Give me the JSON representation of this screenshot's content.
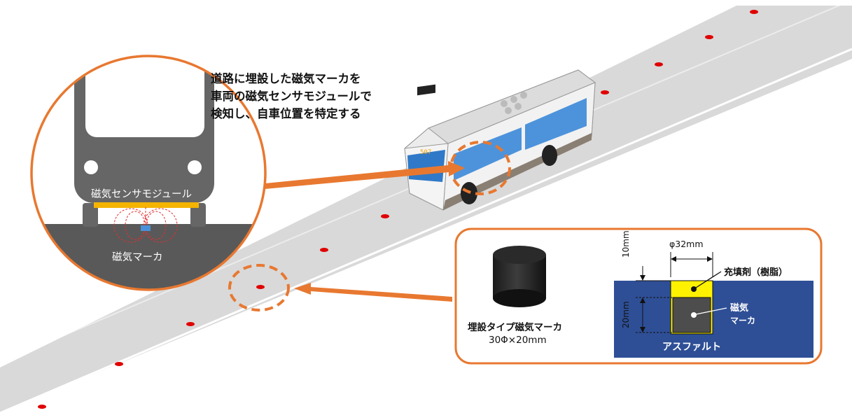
{
  "description": {
    "line1": "道路に埋設した磁気マーカを",
    "line2": "車両の磁気センサモジュールで",
    "line3": "検知し、自車位置を特定する"
  },
  "zoom_circle": {
    "sensor_label": "磁気センサモジュール",
    "marker_label": "磁気マーカ"
  },
  "bus": {
    "route_number": "507"
  },
  "marker_info": {
    "caption_name": "埋設タイプ磁気マーカ",
    "caption_size": "30Φ×20mm",
    "diameter_label": "φ32mm",
    "depth_top_label": "10mm",
    "depth_marker_label": "20mm",
    "filler_label": "充填剤（樹脂）",
    "magnet_label_1": "磁気",
    "magnet_label_2": "マーカ",
    "asphalt_label": "アスファルト"
  },
  "colors": {
    "accent_orange": "#e87830",
    "road": "#d9d9d9",
    "marker_dot": "#e00000",
    "bus_gray": "#666666",
    "sensor_bar": "#f5b400",
    "asphalt_blue": "#2e4f96",
    "filler_yellow": "#fff200"
  }
}
